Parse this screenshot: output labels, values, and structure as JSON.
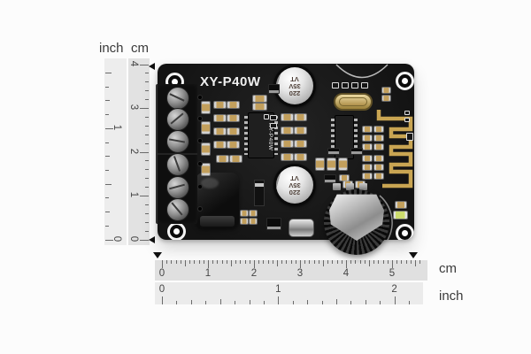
{
  "board": {
    "title": "XY-P40W",
    "amp_ic_label": "XY-P40W",
    "capacitor_lines": [
      "220",
      "35V",
      "VT"
    ]
  },
  "vertical_ruler": {
    "inch_label": "inch",
    "cm_label": "cm",
    "cm_numbers": [
      "0",
      "1",
      "2",
      "3",
      "4"
    ],
    "inch_numbers": [
      "0",
      "1"
    ]
  },
  "horizontal_ruler": {
    "cm_label": "cm",
    "inch_label": "inch",
    "cm_numbers": [
      "0",
      "1",
      "2",
      "3",
      "4",
      "5"
    ],
    "inch_numbers": [
      "0",
      "1",
      "2"
    ]
  }
}
